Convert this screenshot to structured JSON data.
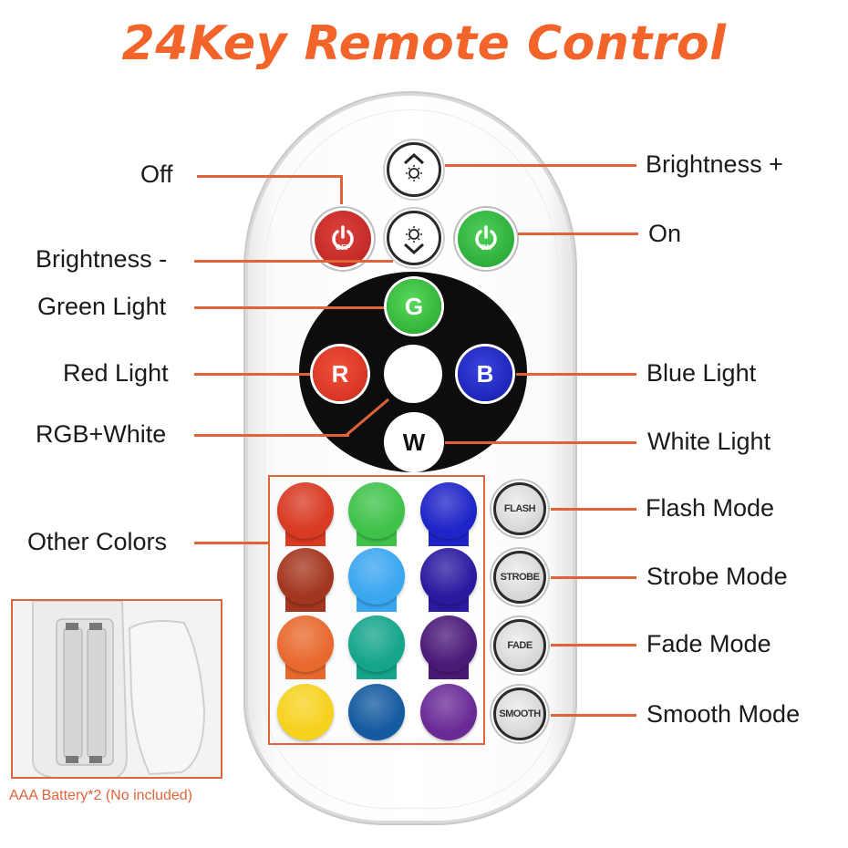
{
  "title": "24Key Remote Control",
  "labels": {
    "off": "Off",
    "brightness_plus": "Brightness +",
    "on": "On",
    "brightness_minus": "Brightness -",
    "green_light": "Green Light",
    "red_light": "Red Light",
    "blue_light": "Blue Light",
    "rgb_white": "RGB+White",
    "white_light": "White Light",
    "other_colors": "Other Colors",
    "flash_mode": "Flash Mode",
    "strobe_mode": "Strobe Mode",
    "fade_mode": "Fade Mode",
    "smooth_mode": "Smooth Mode"
  },
  "buttons": {
    "off_text": "OFF",
    "on_text": "ON",
    "g": "G",
    "r": "R",
    "b": "B",
    "w": "W",
    "flash": "FLASH",
    "strobe": "STROBE",
    "fade": "FADE",
    "smooth": "SMOOTH"
  },
  "color_grid": [
    [
      "#d83a22",
      "#3fc24a",
      "#1f24c8"
    ],
    [
      "#a3361f",
      "#3aa6f0",
      "#2a1aa0"
    ],
    [
      "#e8692e",
      "#15a58c",
      "#4a1a78"
    ],
    [
      "#f6d21e",
      "#145aa0",
      "#6a2a96"
    ]
  ],
  "battery_caption": "AAA Battery*2 (No included)",
  "colors": {
    "accent": "#e0643a",
    "title": "#f2642a"
  }
}
